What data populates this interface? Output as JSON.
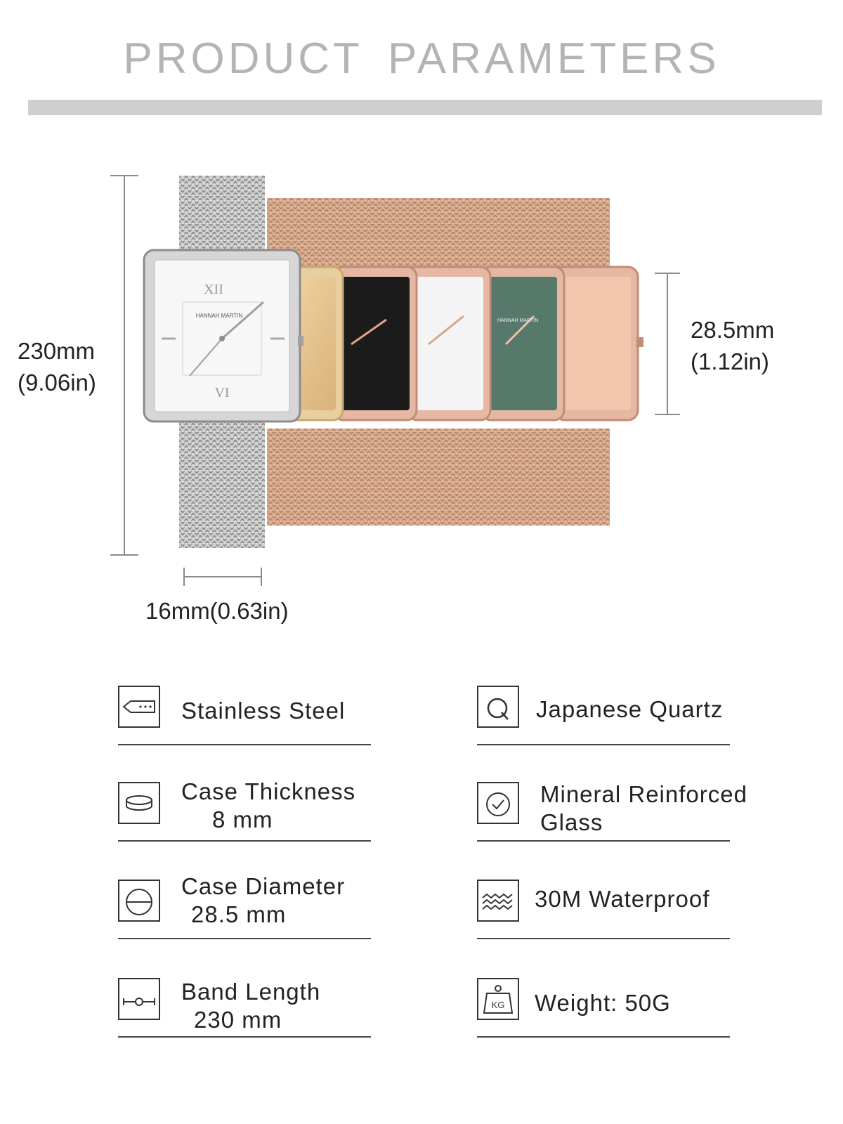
{
  "header": {
    "title": "PRODUCT  PARAMETERS"
  },
  "dimensions": {
    "band_length": {
      "line1": "230mm",
      "line2": "(9.06in)"
    },
    "case_size": {
      "line1": "28.5mm",
      "line2": "(1.12in)"
    },
    "band_width": "16mm(0.63in)"
  },
  "watch_image": {
    "brand": "HANNAH MARTIN",
    "faces": [
      {
        "dial": "#f7f7f7",
        "case": "#c9c9c9"
      },
      {
        "dial": "#e8c98f",
        "case": "#e7cfa0"
      },
      {
        "dial": "#1b1b1b",
        "case": "#e6b7a3"
      },
      {
        "dial": "#f4f4f4",
        "case": "#e6b7a3"
      },
      {
        "dial": "#56796c",
        "case": "#e6b7a3"
      },
      {
        "dial": "#f2c6ad",
        "case": "#e6b7a3"
      }
    ]
  },
  "specs": {
    "left": [
      {
        "icon": "band-buckle-icon",
        "line1": "Stainless Steel",
        "line2": ""
      },
      {
        "icon": "case-thickness-icon",
        "line1": "Case Thickness",
        "line2": "8 mm"
      },
      {
        "icon": "case-diameter-icon",
        "line1": "Case Diameter",
        "line2": "28.5 mm"
      },
      {
        "icon": "band-length-icon",
        "line1": "Band Length",
        "line2": "230 mm"
      }
    ],
    "right": [
      {
        "icon": "quartz-icon",
        "line1": "Japanese Quartz",
        "line2": ""
      },
      {
        "icon": "clock-glass-icon",
        "line1": "Mineral Reinforced",
        "line2": "Glass"
      },
      {
        "icon": "waves-icon",
        "line1": "30M Waterproof",
        "line2": ""
      },
      {
        "icon": "weight-kg-icon",
        "line1": "Weight: 50G",
        "line2": ""
      }
    ]
  }
}
